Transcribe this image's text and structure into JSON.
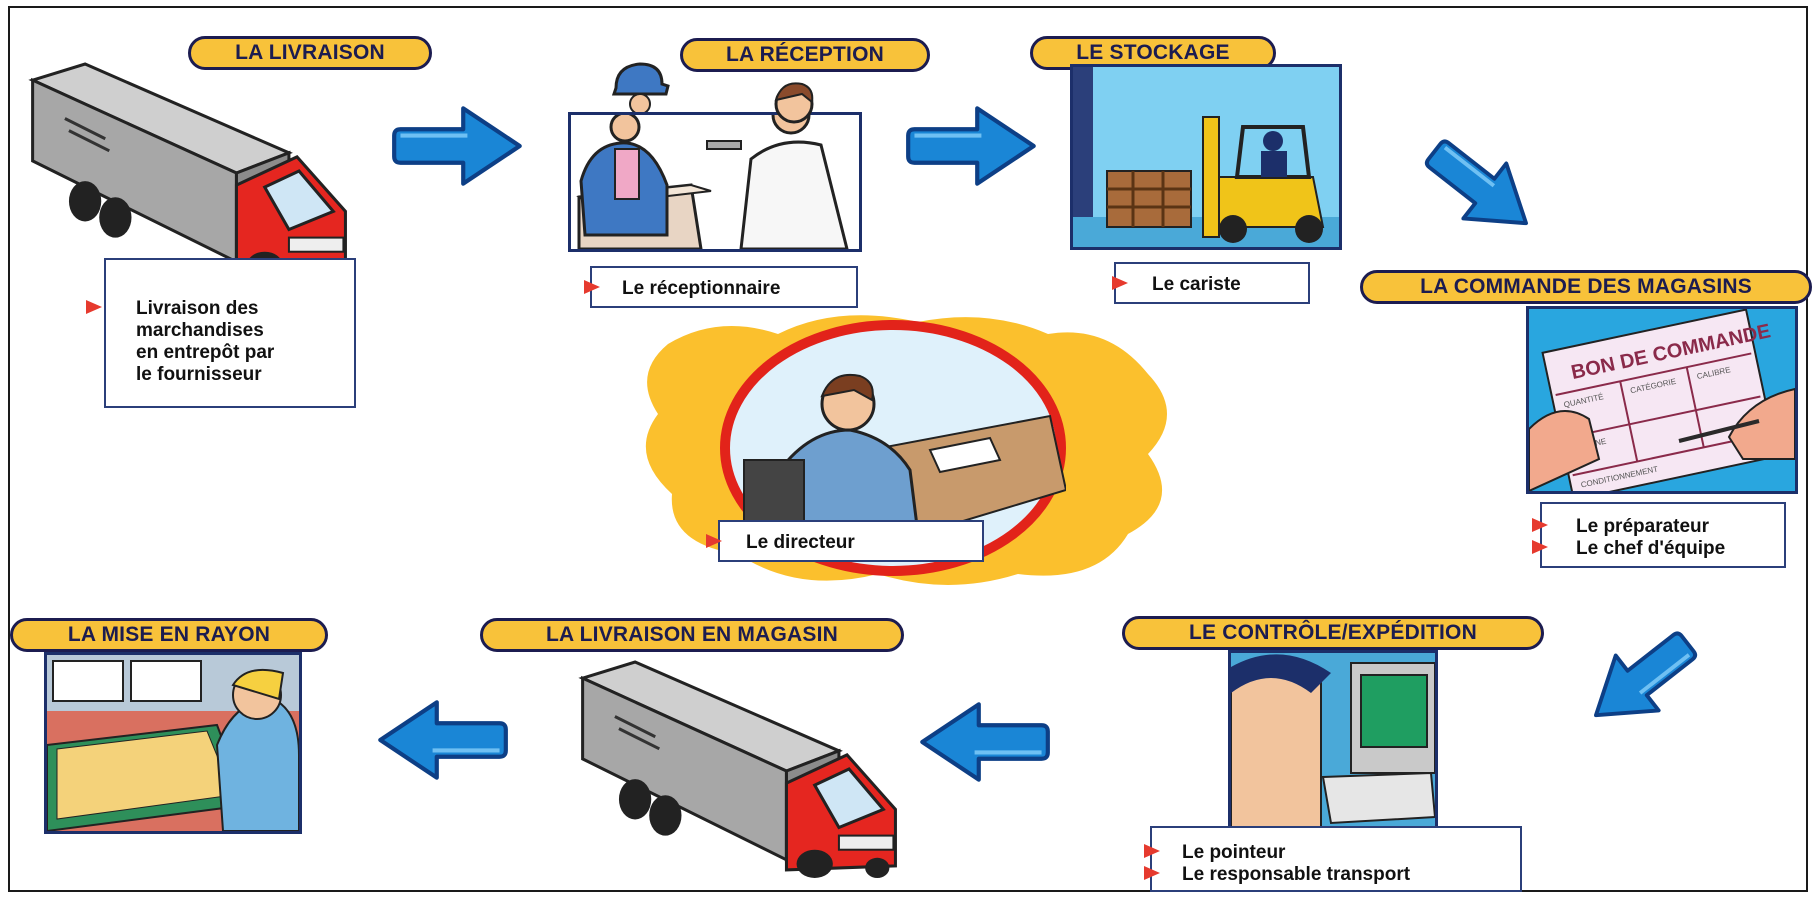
{
  "stages": {
    "livraison": {
      "title": "LA LIVRAISON",
      "roles": [
        "Livraison des",
        "marchandises",
        "en entrepôt par",
        "le fournisseur"
      ]
    },
    "reception": {
      "title": "LA RÉCEPTION",
      "roles": [
        "Le réceptionnaire"
      ]
    },
    "stockage": {
      "title": "LE STOCKAGE",
      "roles": [
        "Le cariste"
      ]
    },
    "commande": {
      "title": "LA COMMANDE DES MAGASINS",
      "roles": [
        "Le préparateur",
        "Le chef d'équipe"
      ],
      "form": {
        "heading": "BON DE COMMANDE",
        "col1": "QUANTITÉ",
        "col2": "CATÉGORIE",
        "col3": "CALIBRE",
        "row2": "ORIGINE",
        "row3": "CONDITIONNEMENT"
      }
    },
    "controle": {
      "title": "LE CONTRÔLE/EXPÉDITION",
      "roles": [
        "Le pointeur",
        "Le responsable transport"
      ]
    },
    "livraison_magasin": {
      "title": "LA LIVRAISON EN MAGASIN"
    },
    "mise_en_rayon": {
      "title": "LA MISE EN RAYON"
    },
    "centre": {
      "roles": [
        "Le directeur"
      ]
    }
  },
  "colors": {
    "pill_fill": "#f8c23a",
    "pill_border": "#1c1c50",
    "arrow": "#1a86d6",
    "arrow_outline": "#0d3f86",
    "bullet": "#e63a2e",
    "director_ring": "#e2231a",
    "director_splash": "#fbc02d",
    "truck_cab": "#e52620",
    "truck_box": "#a7a7a7"
  },
  "icons": [
    "arrow-right-icon",
    "arrow-down-right-icon",
    "arrow-down-left-icon",
    "arrow-left-icon",
    "truck-icon",
    "forklift-icon",
    "bullet-flag-icon"
  ]
}
